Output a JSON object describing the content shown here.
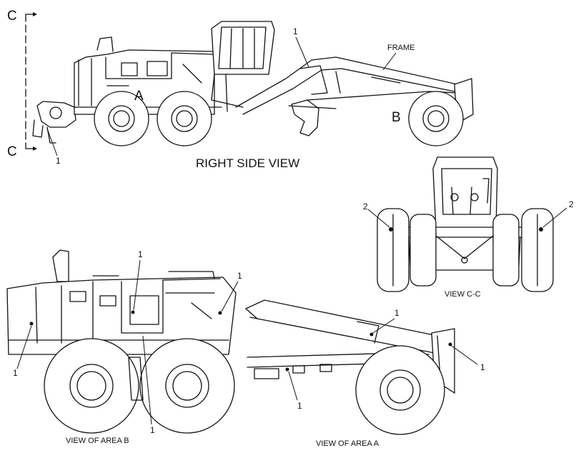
{
  "callouts": {
    "part_1": "1",
    "part_2": "2"
  },
  "labels": {
    "frame": "FRAME",
    "area_a": "A",
    "area_b": "B",
    "section_c": "C"
  },
  "captions": {
    "right_side_view": "RIGHT SIDE VIEW",
    "view_c_c": "VIEW C-C",
    "view_area_b": "VIEW OF AREA B",
    "view_area_a": "VIEW OF AREA  A"
  }
}
